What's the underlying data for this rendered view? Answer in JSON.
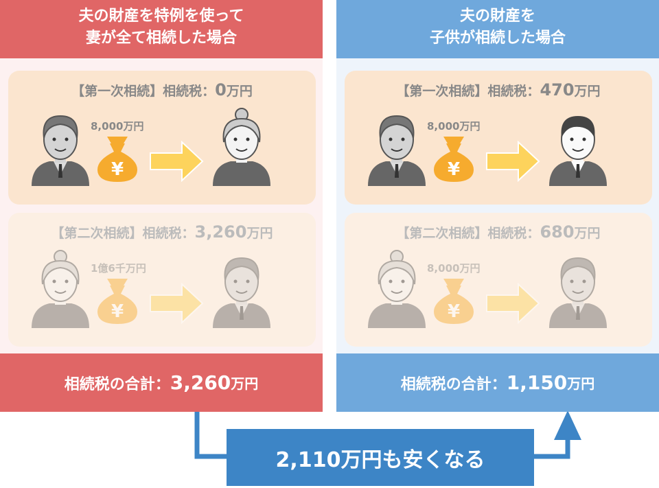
{
  "left": {
    "header": "夫の財産を特例を使って\n妻が全て相続した場合",
    "card1": {
      "title": "【第一次相続】相続税：",
      "tax": "0",
      "unit": "万円",
      "amount": "8,000万円",
      "from": "husband",
      "to": "wife"
    },
    "card2": {
      "title": "【第二次相続】相続税：",
      "tax": "3,260",
      "unit": "万円",
      "amount": "1億6千万円",
      "from": "wife",
      "to": "child"
    },
    "footer": {
      "label": "相続税の合計：",
      "value": "3,260",
      "unit": "万円"
    }
  },
  "right": {
    "header": "夫の財産を\n子供が相続した場合",
    "card1": {
      "title": "【第一次相続】相続税：",
      "tax": "470",
      "unit": "万円",
      "amount": "8,000万円",
      "from": "husband",
      "to": "son"
    },
    "card2": {
      "title": "【第二次相続】相続税：",
      "tax": "680",
      "unit": "万円",
      "amount": "8,000万円",
      "from": "wife",
      "to": "child"
    },
    "footer": {
      "label": "相続税の合計：",
      "value": "1,150",
      "unit": "万円"
    }
  },
  "saving": {
    "text": "2,110万円も安くなる"
  },
  "colors": {
    "red": "#e06666",
    "blue": "#6fa8dc",
    "dark_blue": "#3d85c6",
    "card": "#fbe5cf",
    "gold": "#f6ab2e",
    "arrow": "#fdd35c"
  }
}
